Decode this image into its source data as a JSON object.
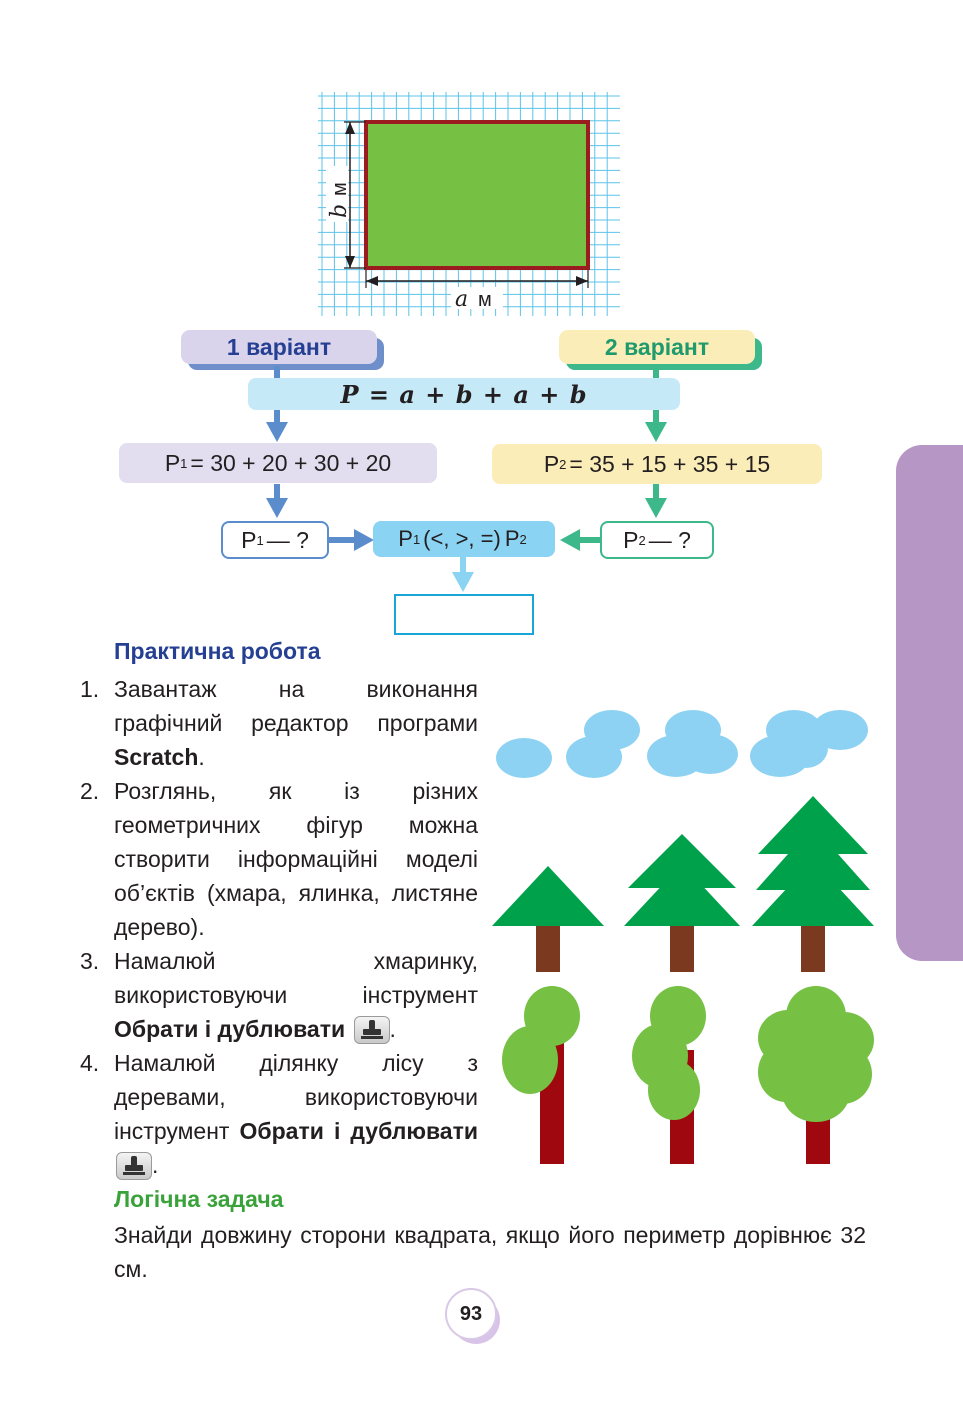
{
  "diagram": {
    "side_b_label": "b",
    "side_a_label": "a",
    "unit": "м",
    "variant1_label": "1 варіант",
    "variant2_label": "2 варіант",
    "formula": "P = a + b + a + b",
    "p1_sub": "1",
    "p2_sub": "2",
    "p_letter": "P",
    "calc1_expr": "= 30 + 20 + 30 + 20",
    "calc2_expr": "= 35 + 15 + 35 + 15",
    "q_suffix": "— ?",
    "compare_mid": "(<, >, =)"
  },
  "practical": {
    "heading": "Практична робота",
    "items": [
      {
        "num": "1.",
        "text_a": "Завантаж на виконання графічний редактор програми ",
        "bold": "Scratch",
        "text_b": "."
      },
      {
        "num": "2.",
        "text_a": "Розглянь, як із різних геометричних фігур можна створити інформаційні моделі об’єктів (хмара, ялинка, листяне дерево)."
      },
      {
        "num": "3.",
        "text_a": "Намалюй хмаринку, використовуючи інструмент ",
        "bold": "Обрати і дублювати",
        "text_b": "."
      },
      {
        "num": "4.",
        "text_a": "Намалюй ділянку лісу з деревами, використовуючи інструмент ",
        "bold": "Обрати і дублювати",
        "text_b": "."
      }
    ]
  },
  "logic": {
    "heading": "Логічна задача",
    "text": "Знайди довжину сторони квадрата, якщо його периметр дорівнює 32 см."
  },
  "page_number": "93",
  "colors": {
    "blue_heading": "#253f92",
    "green_heading": "#3aa23a",
    "rect_fill": "#76c043",
    "rect_border": "#9b1c1f",
    "grid": "#5cc3e8",
    "variant1_bg": "#d9d3ec",
    "variant2_bg": "#fbedb8",
    "tab": "#b696c5"
  },
  "icons": [
    "stamp-icon"
  ]
}
